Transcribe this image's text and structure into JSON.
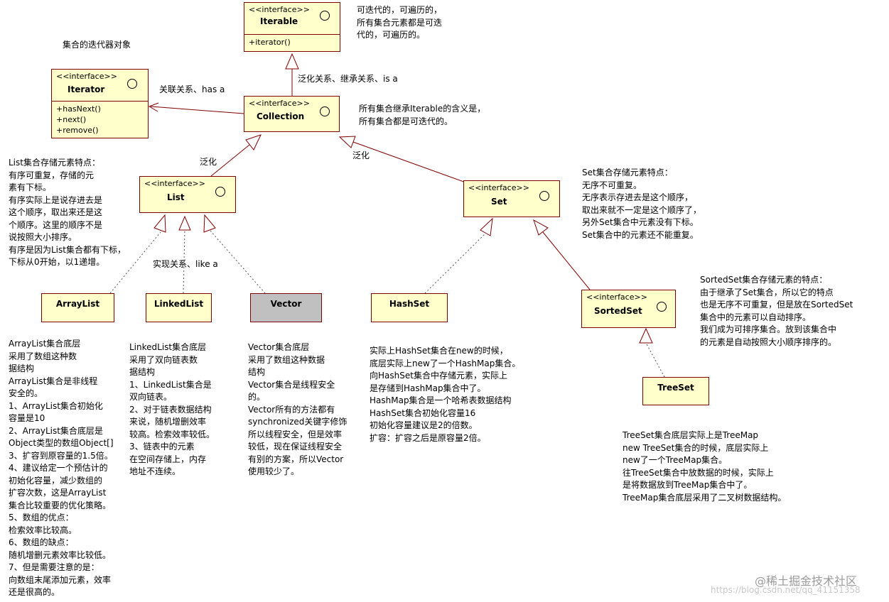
{
  "colors": {
    "box_fill": "#ffffcc",
    "box_border": "#800000",
    "vector_fill": "#c0c0c0",
    "line": "#800000",
    "dotted_line": "#555555"
  },
  "classes": {
    "iterable": {
      "stereotype": "<<interface>>",
      "name": "Iterable",
      "methods": [
        "+iterator()"
      ]
    },
    "iterator": {
      "stereotype": "<<interface>>",
      "name": "Iterator",
      "methods": [
        "+hasNext()",
        "+next()",
        "+remove()"
      ]
    },
    "collection": {
      "stereotype": "<<interface>>",
      "name": "Collection"
    },
    "list": {
      "stereotype": "<<interface>>",
      "name": "List"
    },
    "set": {
      "stereotype": "<<interface>>",
      "name": "Set"
    },
    "sortedset": {
      "stereotype": "<<interface>>",
      "name": "SortedSet"
    },
    "arraylist": {
      "name": "ArrayList"
    },
    "linkedlist": {
      "name": "LinkedList"
    },
    "vector": {
      "name": "Vector"
    },
    "hashset": {
      "name": "HashSet"
    },
    "treeset": {
      "name": "TreeSet"
    }
  },
  "labels": {
    "iterator_title": "集合的迭代器对象",
    "has_a": "关联关系、has a",
    "is_a": "泛化关系、继承关系、is a",
    "generalize_left": "泛化",
    "generalize_right": "泛化",
    "like_a": "实现关系、like a"
  },
  "notes": {
    "iterable": [
      "可迭代的，可遍历的，",
      "所有集合元素都是可迭",
      "代的，可遍历的。"
    ],
    "collection": [
      "所有集合继承Iterable的含义是，",
      "所有集合都是可迭代的。"
    ],
    "list": [
      "List集合存储元素特点：",
      "有序可重复，存储的元",
      "素有下标。",
      "有序实际上是说存进去是",
      "这个顺序，取出来还是这",
      "个顺序。这里的顺序不是",
      "说按照大小排序。",
      "有序是因为List集合都有下标，",
      "下标从0开始，以1递增。"
    ],
    "set": [
      "Set集合存储元素特点：",
      "无序不可重复。",
      "无序表示存进去是这个顺序，",
      "取出来就不一定是这个顺序了，",
      "另外Set集合中元素没有下标。",
      "Set集合中的元素还不能重复。"
    ],
    "sortedset": [
      "SortedSet集合存储元素的特点：",
      "由于继承了Set集合，所以它的特点",
      "也是无序不可重复，但是放在SortedSet",
      "集合中的元素可以自动排序。",
      "我们成为可排序集合。放到该集合中",
      "的元素是自动按照大小顺序排序的。"
    ],
    "arraylist": [
      "ArrayList集合底层",
      "采用了数组这种数",
      "据结构",
      "ArrayList集合是非线程",
      "安全的。",
      "1、ArrayList集合初始化",
      "容量是10",
      "2、ArrayList集合底层是",
      "Object类型的数组Object[]",
      "3、扩容到原容量的1.5倍。",
      "4、建议给定一个预估计的",
      "初始化容量，减少数组的",
      "扩容次数，这是ArrayList",
      "集合比较重要的优化策略。",
      "5、数组的优点：",
      "检索效率比较高。",
      "6、数组的缺点：",
      "随机增删元素效率比较低。",
      "7、但是需要注意的是：",
      "向数组末尾添加元素，效率",
      "还是很高的。"
    ],
    "linkedlist": [
      "LinkedList集合底层",
      "采用了双向链表数",
      "据结构",
      "1、LinkedList集合是",
      "双向链表。",
      "2、对于链表数据结构",
      "来说，随机增删效率",
      "较高。检索效率较低。",
      "3、链表中的元素",
      "在空间存储上，内存",
      "地址不连续。"
    ],
    "vector": [
      "Vector集合底层",
      "采用了数组这种数据",
      "结构",
      "Vector集合是线程安全",
      "的。",
      "Vector所有的方法都有",
      "synchronized关键字修饰",
      "所以线程安全，但是效率",
      "较低，现在保证线程安全",
      "有别的方案，所以Vector",
      "使用较少了。"
    ],
    "hashset": [
      "实际上HashSet集合在new的时候，",
      "底层实际上new了一个HashMap集合。",
      "向HashSet集合中存储元素，实际上",
      "是存储到HashMap集合中了。",
      "HashMap集合是一个哈希表数据结构",
      "HashSet集合初始化容量16",
      "初始化容量建议是2的倍数。",
      "扩容：扩容之后是原容量2倍。"
    ],
    "treeset": [
      "TreeSet集合底层实际上是TreeMap",
      "new TreeSet集合的时候，底层实际上",
      "new了一个TreeMap集合。",
      "往TreeSet集合中放数据的时候，实际上",
      "是将数据放到TreeMap集合中了。",
      "TreeMap集合底层采用了二叉树数据结构。"
    ]
  },
  "watermark": {
    "text": "@稀土掘金技术社区",
    "url": "https://blog.csdn.net/qq_41151358"
  }
}
